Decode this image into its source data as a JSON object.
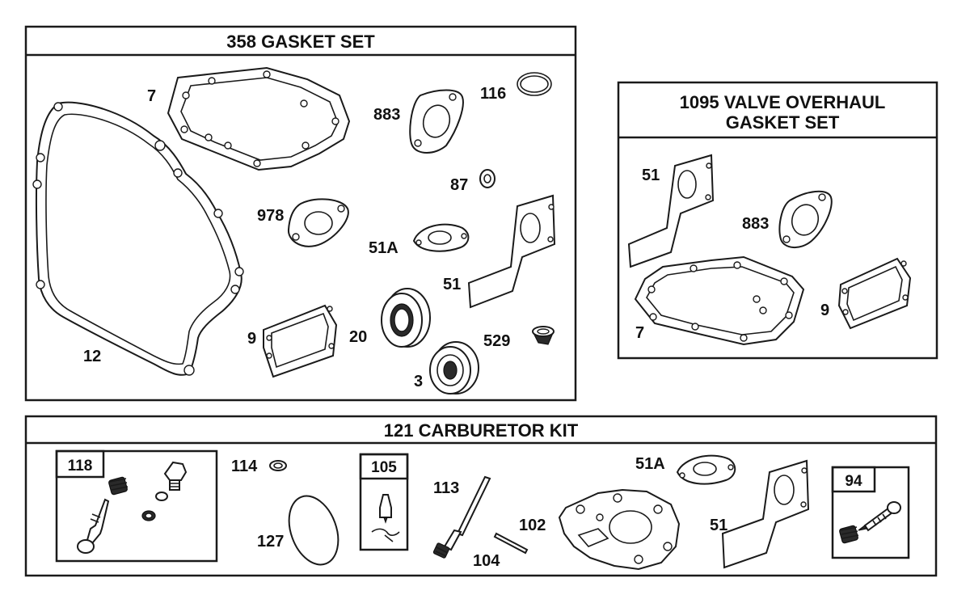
{
  "panels": {
    "gasket_set": {
      "title": "358 GASKET SET",
      "labels": {
        "p7": "7",
        "p883": "883",
        "p116": "116",
        "p87": "87",
        "p978": "978",
        "p51A": "51A",
        "p51": "51",
        "p12": "12",
        "p9": "9",
        "p20": "20",
        "p529": "529",
        "p3": "3"
      }
    },
    "valve_set": {
      "title_line1": "1095 VALVE OVERHAUL",
      "title_line2": "GASKET SET",
      "labels": {
        "p51": "51",
        "p883": "883",
        "p9": "9",
        "p7": "7"
      }
    },
    "carb_kit": {
      "title": "121 CARBURETOR KIT",
      "labels": {
        "p118": "118",
        "p114": "114",
        "p127": "127",
        "p105": "105",
        "p113": "113",
        "p104": "104",
        "p102": "102",
        "p51A": "51A",
        "p51": "51",
        "p94": "94"
      }
    }
  }
}
